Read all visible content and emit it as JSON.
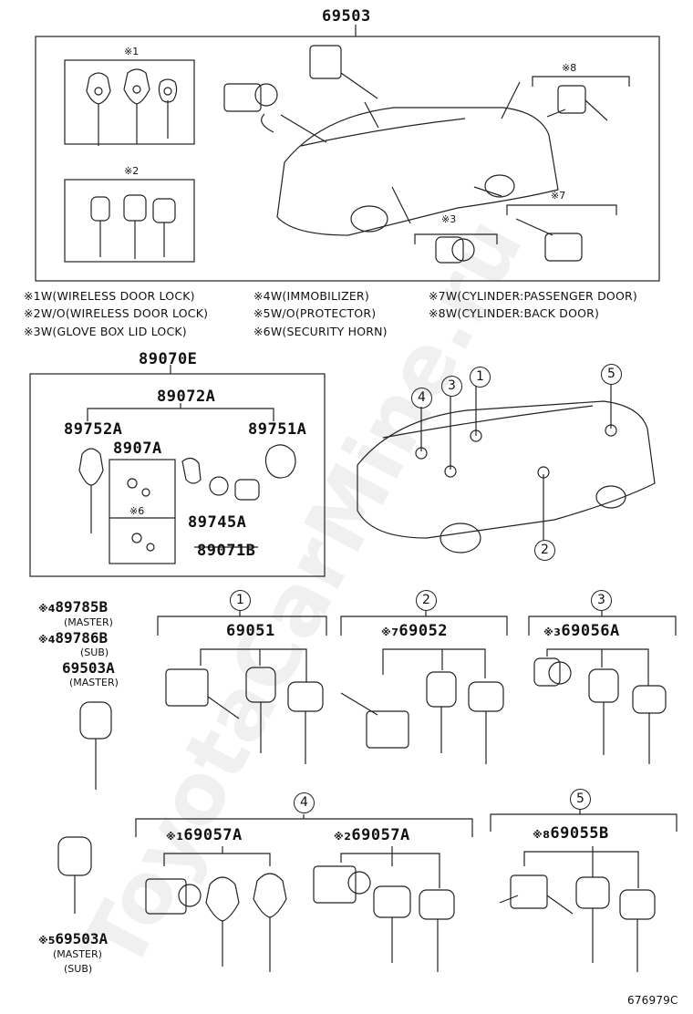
{
  "watermark": "ToyotaCarMine.ru",
  "top_section": {
    "part_number": "69503",
    "group1_symbol": "※1",
    "group2_symbol": "※2",
    "group3_symbol": "※3",
    "group7_symbol": "※7",
    "group8_symbol": "※8"
  },
  "legend": [
    {
      "symbol": "※1",
      "text": "W(WIRELESS DOOR LOCK)"
    },
    {
      "symbol": "※2",
      "text": "W/O(WIRELESS DOOR LOCK)"
    },
    {
      "symbol": "※3",
      "text": "W(GLOVE BOX LID LOCK)"
    },
    {
      "symbol": "※4",
      "text": "W(IMMOBILIZER)"
    },
    {
      "symbol": "※5",
      "text": "W/O(PROTECTOR)"
    },
    {
      "symbol": "※6",
      "text": "W(SECURITY HORN)"
    },
    {
      "symbol": "※7",
      "text": "W(CYLINDER:PASSENGER DOOR)"
    },
    {
      "symbol": "※8",
      "text": "W(CYLINDER:BACK DOOR)"
    }
  ],
  "transmitter": {
    "assembly": "89070E",
    "sub_assembly": "89072A",
    "left_key": "89752A",
    "right_key": "89751A",
    "board": "8907A",
    "board_symbol": "※6",
    "battery": "89745A",
    "case": "89071B"
  },
  "car_callouts": [
    "1",
    "2",
    "3",
    "4",
    "5"
  ],
  "left_keys": {
    "p1_symbol": "※4",
    "p1": "89785B",
    "p1_note": "(MASTER)",
    "p2_symbol": "※4",
    "p2": "89786B",
    "p2_note": "(SUB)",
    "p3": "69503A",
    "p3_note": "(MASTER)",
    "p4_symbol": "※5",
    "p4": "69503A",
    "p4_note1": "(MASTER)",
    "p4_note2": "(SUB)"
  },
  "sets": {
    "s1": {
      "callout": "1",
      "symbol": "",
      "part": "69051"
    },
    "s2": {
      "callout": "2",
      "symbol": "※7",
      "part": "69052"
    },
    "s3": {
      "callout": "3",
      "symbol": "※3",
      "part": "69056A"
    },
    "s4": {
      "callout": "4",
      "a_symbol": "※1",
      "a_part": "69057A",
      "b_symbol": "※2",
      "b_part": "69057A"
    },
    "s5": {
      "callout": "5",
      "symbol": "※8",
      "part": "69055B"
    }
  },
  "illustration_code": "676979C"
}
